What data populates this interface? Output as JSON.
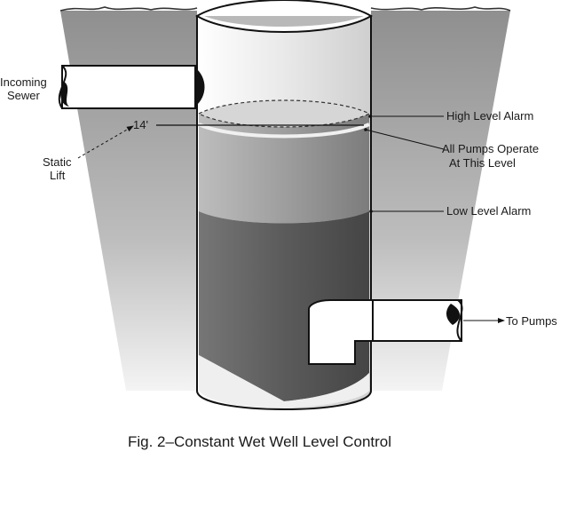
{
  "labels": {
    "incoming_sewer_line1": "Incoming",
    "incoming_sewer_line2": "Sewer",
    "depth": "14'",
    "static_lift_line1": "Static",
    "static_lift_line2": "Lift",
    "high_level_alarm": "High Level Alarm",
    "all_pumps_line1": "All Pumps Operate",
    "all_pumps_line2": "At This Level",
    "low_level_alarm": "Low Level Alarm",
    "to_pumps": "To Pumps"
  },
  "caption": "Fig. 2–Constant Wet Well Level Control",
  "colors": {
    "soil": "#9c9c9c",
    "water_light": "#8e8e8e",
    "water_dark": "#5a5a5a",
    "well_wall": "#eeeeee",
    "outline": "#111111"
  }
}
